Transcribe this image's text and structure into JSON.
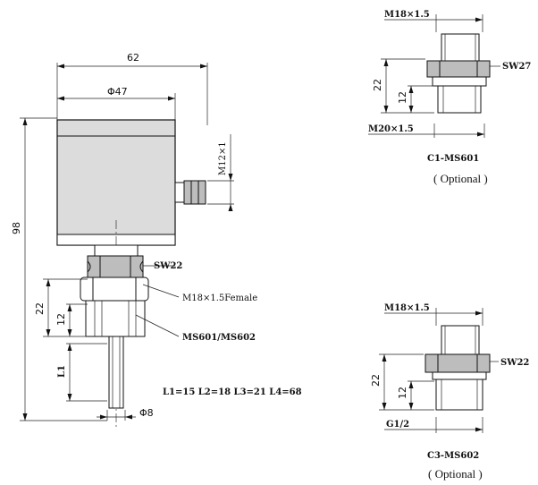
{
  "main_view": {
    "dim_width_total": "62",
    "dim_diameter_body": "Φ47",
    "dim_height_total": "98",
    "dim_connector_thread": "M12×1",
    "dim_hex_label": "SW22",
    "dim_thread_female": "M18×1.5Female",
    "dim_22": "22",
    "dim_12": "12",
    "dim_part_label": "MS601/MS602",
    "dim_l1": "L1",
    "dim_lengths": "L1=15  L2=18  L3=21  L4=68",
    "dim_probe_dia": "Φ8"
  },
  "option_c1": {
    "thread_top": "M18×1.5",
    "hex_label": "SW27",
    "dim_22": "22",
    "dim_12": "12",
    "thread_bottom": "M20×1.5",
    "name": "C1-MS601",
    "optional": "( Optional )"
  },
  "option_c3": {
    "thread_top": "M18×1.5",
    "hex_label": "SW22",
    "dim_22": "22",
    "dim_12": "12",
    "thread_bottom": "G1/2",
    "name": "C3-MS602",
    "optional": "( Optional )"
  }
}
